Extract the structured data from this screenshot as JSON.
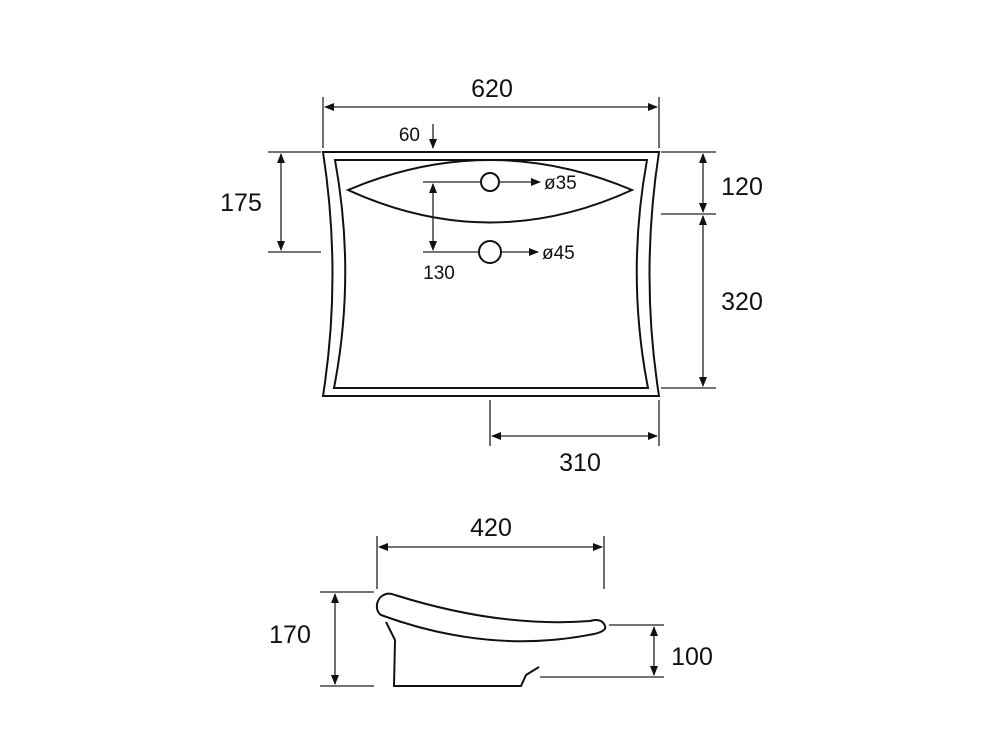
{
  "top_view": {
    "width_label": "620",
    "rim_offset_label": "60",
    "tap_hole_depth_label": "175",
    "front_depth_label": "120",
    "bowl_depth_label": "320",
    "half_width_label": "310",
    "hole_spacing_label": "130",
    "tap_hole_label": "ø35",
    "drain_hole_label": "ø45"
  },
  "side_view": {
    "length_label": "420",
    "height_label": "170",
    "front_height_label": "100"
  },
  "colors": {
    "line": "#111111",
    "background": "#ffffff"
  }
}
